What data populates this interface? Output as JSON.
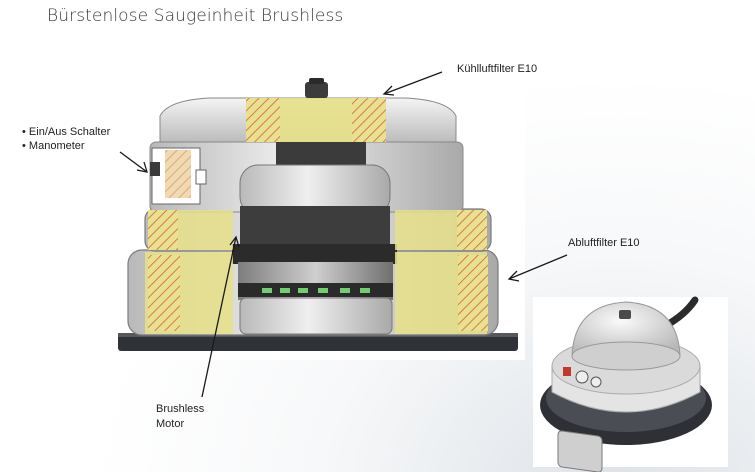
{
  "title": "Bürstenlose Saugeinheit Brushless",
  "labels": {
    "cooling_filter": "Kühlluftfilter E10",
    "exhaust_filter": "Abluftfilter E10",
    "switch_items": [
      "Ein/Aus Schalter",
      "Manometer"
    ],
    "motor_line1": "Brushless",
    "motor_line2": "Motor"
  },
  "colors": {
    "filter_fill": "#e6e08a",
    "hatch": "#d65a4a",
    "housing": "#c9c9c9",
    "base": "#2f3236"
  }
}
